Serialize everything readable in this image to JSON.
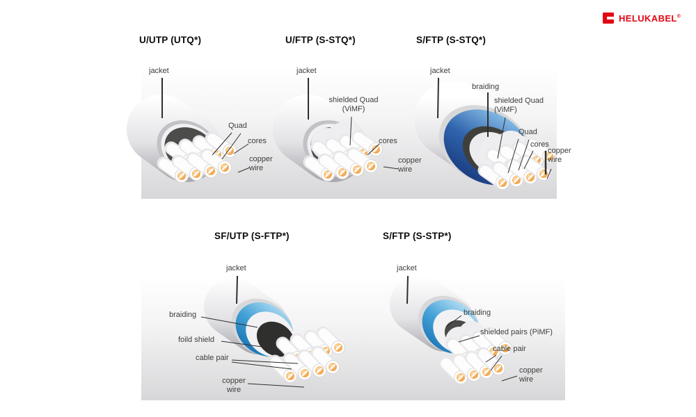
{
  "logo": {
    "brand": "HELUKABEL",
    "registered": "®",
    "color": "#e30613"
  },
  "colors": {
    "panel_gradient_top": "#ffffff",
    "panel_gradient_bottom": "#d7d6d8",
    "jacket_gray": "#c9c8cc",
    "braiding_dark_blue": "#1b3c80",
    "braiding_light_blue": "#46a3d8",
    "copper_orange": "#f0a44c",
    "label_text": "#3d3d3d",
    "title_text": "#0b0b0c",
    "leader_line": "#2e2e2e",
    "logo_red": "#e30613"
  },
  "diagrams": [
    {
      "title": "U/UTP (UTQ*)",
      "labels": {
        "jacket": "jacket",
        "quad": "Quad",
        "cores": "cores",
        "copper_wire": "copper wire"
      }
    },
    {
      "title": "U/FTP (S-STQ*)",
      "labels": {
        "jacket": "jacket",
        "shielded_quad": "shielded Quad (ViMF)",
        "cores": "cores",
        "copper_wire": "copper wire"
      }
    },
    {
      "title": "S/FTP (S-STQ*)",
      "labels": {
        "jacket": "jacket",
        "braiding": "braiding",
        "shielded_quad": "shielded Quad (ViMF)",
        "quad": "Quad",
        "cores": "cores",
        "copper_wire": "copper wire"
      }
    },
    {
      "title": "SF/UTP (S-FTP*)",
      "labels": {
        "jacket": "jacket",
        "braiding": "braiding",
        "foil_shield": "foild shield",
        "cable_pair": "cable pair",
        "copper_wire": "copper wire"
      }
    },
    {
      "title": "S/FTP (S-STP*)",
      "labels": {
        "jacket": "jacket",
        "braiding": "braiding",
        "shielded_pairs": "shielded pairs (PiMF)",
        "cable_pair": "cable pair",
        "copper_wire": "copper wire"
      }
    }
  ]
}
